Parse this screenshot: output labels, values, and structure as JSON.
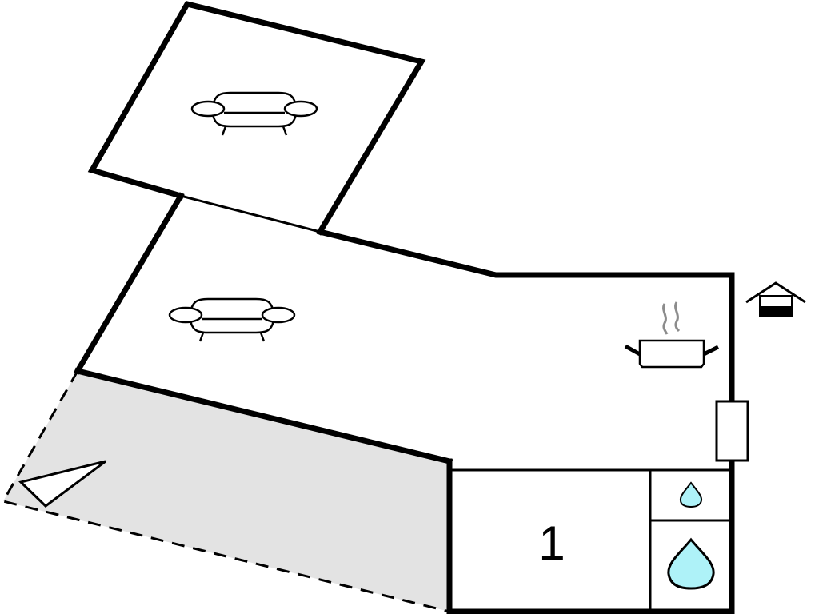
{
  "floorplan": {
    "colors": {
      "wall": "#000000",
      "background": "#ffffff",
      "terrace_fill": "#e3e3e3",
      "water_drop": "#aef2f8",
      "steam": "#8c8c8c"
    },
    "rooms": [
      {
        "id": "upper-living-room",
        "icon": "sofa-icon"
      },
      {
        "id": "living-kitchen",
        "icons": [
          "sofa-icon",
          "cooking-pot-icon"
        ]
      },
      {
        "id": "bedroom",
        "label": "1"
      },
      {
        "id": "toilet",
        "icon": "water-drop-small-icon"
      },
      {
        "id": "bathroom",
        "icon": "water-drop-large-icon"
      },
      {
        "id": "terrace",
        "icon": "compass-arrow-icon"
      }
    ],
    "entrance_icon": "house-entrance-icon",
    "bedroom_label": "1"
  }
}
